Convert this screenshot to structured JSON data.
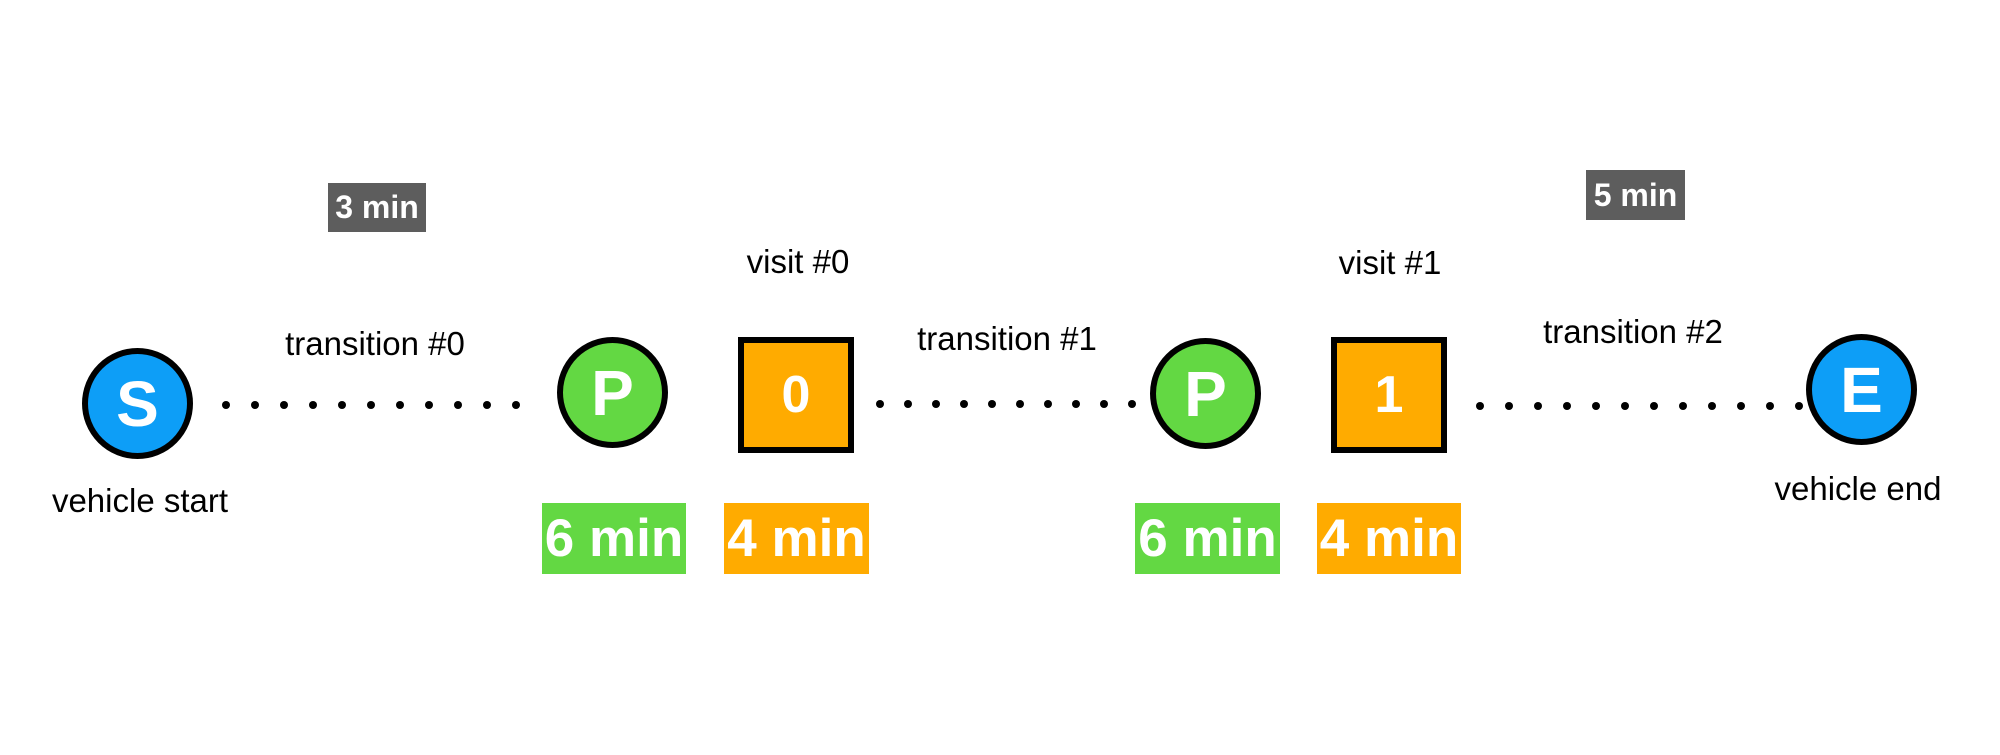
{
  "start": {
    "letter": "S",
    "label": "vehicle start"
  },
  "end": {
    "letter": "E",
    "label": "vehicle end"
  },
  "transitions": [
    {
      "label": "transition #0",
      "duration": "3 min"
    },
    {
      "label": "transition #1"
    },
    {
      "label": "transition #2",
      "duration": "5 min"
    }
  ],
  "visits": [
    {
      "label": "visit #0",
      "id": "0",
      "prep_letter": "P",
      "prep_duration": "6 min",
      "visit_duration": "4 min"
    },
    {
      "label": "visit #1",
      "id": "1",
      "prep_letter": "P",
      "prep_duration": "6 min",
      "visit_duration": "4 min"
    }
  ],
  "colors": {
    "endpoint": "#0d9ef7",
    "prep": "#63d843",
    "visit": "#ffab00",
    "transition_tag": "#5d5d5d"
  }
}
